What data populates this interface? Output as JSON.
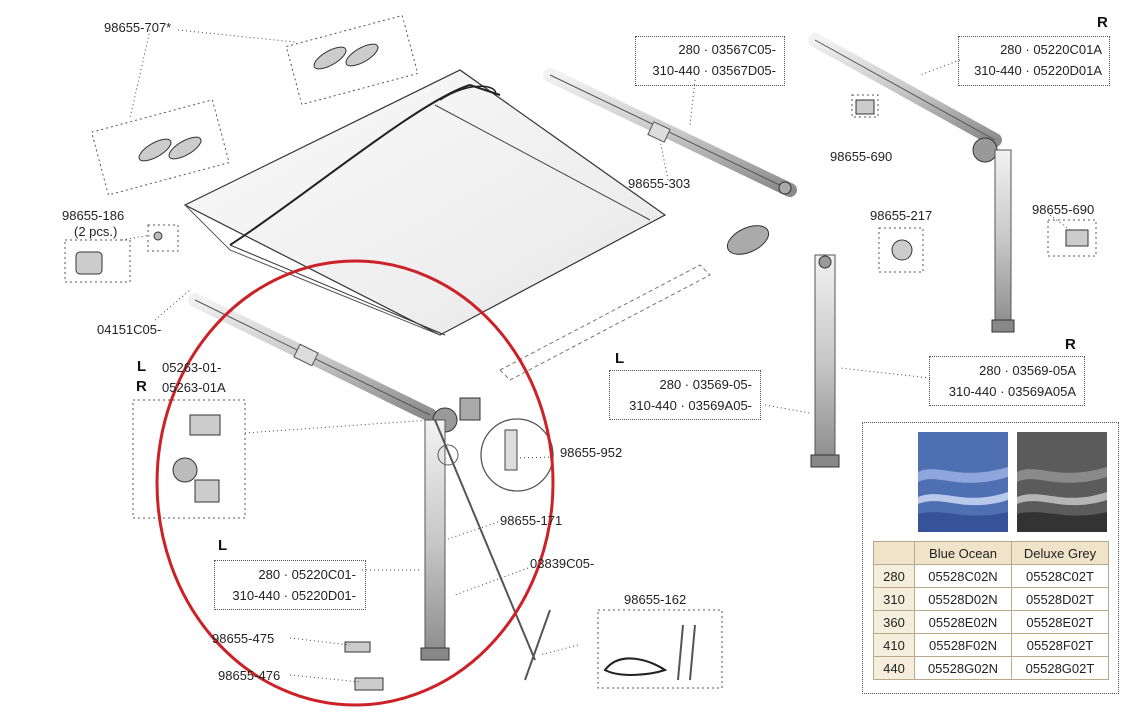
{
  "labels": {
    "p98655_707": "98655-707*",
    "p98655_186": "98655-186",
    "p98655_186_qty": "(2 pcs.)",
    "p04151c05": "04151C05-",
    "l_05263": "05263-01-",
    "r_05263": "05263-01A",
    "side_l": "L",
    "side_r": "R",
    "rail_top_1": "280 · 03567C05-",
    "rail_top_2": "310-440 · 03567D05-",
    "p98655_303": "98655-303",
    "arm_r_1": "280 · 05220C01A",
    "arm_r_2": "310-440 · 05220D01A",
    "p98655_690_a": "98655-690",
    "p98655_217": "98655-217",
    "p98655_690_b": "98655-690",
    "leg_l_1": "280 · 03569-05-",
    "leg_l_2": "310-440 · 03569A05-",
    "leg_r_1": "280 · 03569-05A",
    "leg_r_2": "310-440 · 03569A05A",
    "p98655_952": "98655-952",
    "p98655_171": "98655-171",
    "p03839c05": "03839C05-",
    "arm_l_1": "280 · 05220C01-",
    "arm_l_2": "310-440 · 05220D01-",
    "p98655_162": "98655-162",
    "p98655_475": "98655-475",
    "p98655_476": "98655-476"
  },
  "fabric_table": {
    "headers": [
      "",
      "Blue Ocean",
      "Deluxe Grey"
    ],
    "rows": [
      [
        "280",
        "05528C02N",
        "05528C02T"
      ],
      [
        "310",
        "05528D02N",
        "05528D02T"
      ],
      [
        "360",
        "05528E02N",
        "05528E02T"
      ],
      [
        "410",
        "05528F02N",
        "05528F02T"
      ],
      [
        "440",
        "05528G02N",
        "05528G02T"
      ]
    ],
    "swatch_colors": {
      "blue_ocean": "#4f6fb3",
      "deluxe_grey": "#5b5b5b"
    }
  },
  "colors": {
    "highlight_circle": "#cc2127",
    "line": "#333333"
  }
}
